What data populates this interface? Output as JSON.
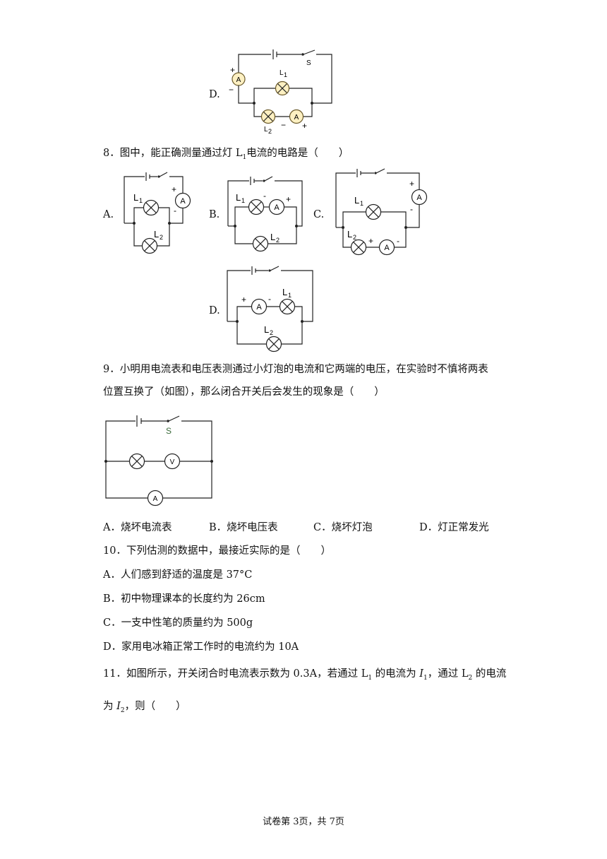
{
  "q7": {
    "option_d_label": "D.",
    "diagram": {
      "s": "S",
      "l1": "L",
      "l1_sub": "1",
      "l2": "L",
      "l2_sub": "2",
      "meter": "A",
      "plus": "+",
      "minus": "−"
    }
  },
  "q8": {
    "stem_pre": "8．图中，能正确测量通过灯 L",
    "stem_sub": "1",
    "stem_post": "电流的电路是（　　）",
    "options": {
      "a": "A.",
      "b": "B.",
      "c": "C.",
      "d": "D."
    },
    "diagram": {
      "l": "L",
      "sub1": "1",
      "sub2": "2",
      "meter": "A",
      "plus": "+",
      "minus": "-"
    }
  },
  "q9": {
    "stem_line1": "9．小明用电流表和电压表测通过小灯泡的电流和它两端的电压，在实验时不慎将两表",
    "stem_line2": "位置互换了（如图），那么闭合开关后会发生的现象是（　　）",
    "diagram": {
      "s": "S",
      "volt": "V",
      "amp": "A"
    },
    "options": [
      "A．烧坏电流表",
      "B．烧坏电压表",
      "C．烧坏灯泡",
      "D．灯正常发光"
    ]
  },
  "q10": {
    "stem": "10．下列估测的数据中，最接近实际的是（　　）",
    "options": [
      "A．人们感到舒适的温度是 37°C",
      "B．初中物理课本的长度约为 26cm",
      "C．一支中性笔的质量约为 500g",
      "D．家用电冰箱正常工作时的电流约为 10A"
    ]
  },
  "q11": {
    "stem_p1": "11．如图所示，开关闭合时电流表示数为 0.3A，若通过 ",
    "l": "L",
    "sub1": "1",
    "stem_p2": " 的电流为 ",
    "i": "I",
    "stem_p3": "，通过 ",
    "sub2": "2",
    "stem_p4": " 的电流",
    "line2_p1": "为 ",
    "line2_p2": "，则（　　）"
  },
  "footer": "试卷第 3页，共 7页"
}
